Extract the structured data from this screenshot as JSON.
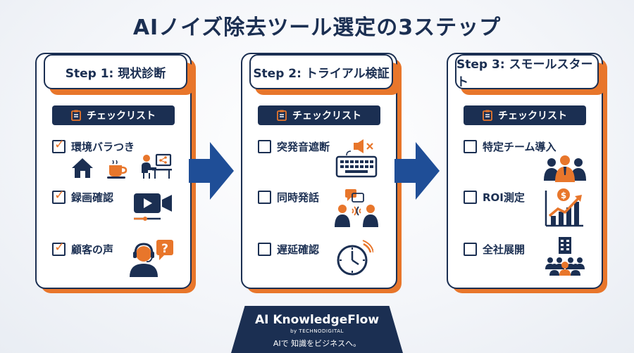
{
  "title": "AIノイズ除去ツール選定の3ステップ",
  "accent_color": "#e8762b",
  "navy_color": "#1b2f52",
  "checklist_label": "チェックリスト",
  "steps": [
    {
      "title": "Step 1: 現状診断",
      "items": [
        {
          "label": "環境バラつき",
          "checked": true,
          "icons": [
            "house-icon",
            "coffee-cup-icon",
            "remote-worker-icon"
          ]
        },
        {
          "label": "録画確認",
          "checked": true,
          "icons": [
            "video-camera-icon"
          ]
        },
        {
          "label": "顧客の声",
          "checked": true,
          "icons": [
            "support-agent-question-icon"
          ]
        }
      ]
    },
    {
      "title": "Step 2: トライアル検証",
      "items": [
        {
          "label": "突発音遮断",
          "checked": false,
          "icons": [
            "keyboard-muted-speaker-icon"
          ]
        },
        {
          "label": "同時発話",
          "checked": false,
          "icons": [
            "two-people-talking-icon"
          ]
        },
        {
          "label": "遅延確認",
          "checked": false,
          "icons": [
            "clock-icon"
          ]
        }
      ]
    },
    {
      "title": "Step 3: スモールスタート",
      "items": [
        {
          "label": "特定チーム導入",
          "checked": false,
          "icons": [
            "team-icon"
          ]
        },
        {
          "label": "ROI測定",
          "checked": false,
          "icons": [
            "growth-chart-icon"
          ]
        },
        {
          "label": "全社展開",
          "checked": false,
          "icons": [
            "company-building-icon"
          ]
        }
      ]
    }
  ],
  "footer": {
    "brand": "AI KnowledgeFlow",
    "by": "by TECHNODIGITAL",
    "tagline": "AIで 知識をビジネスへ。"
  }
}
